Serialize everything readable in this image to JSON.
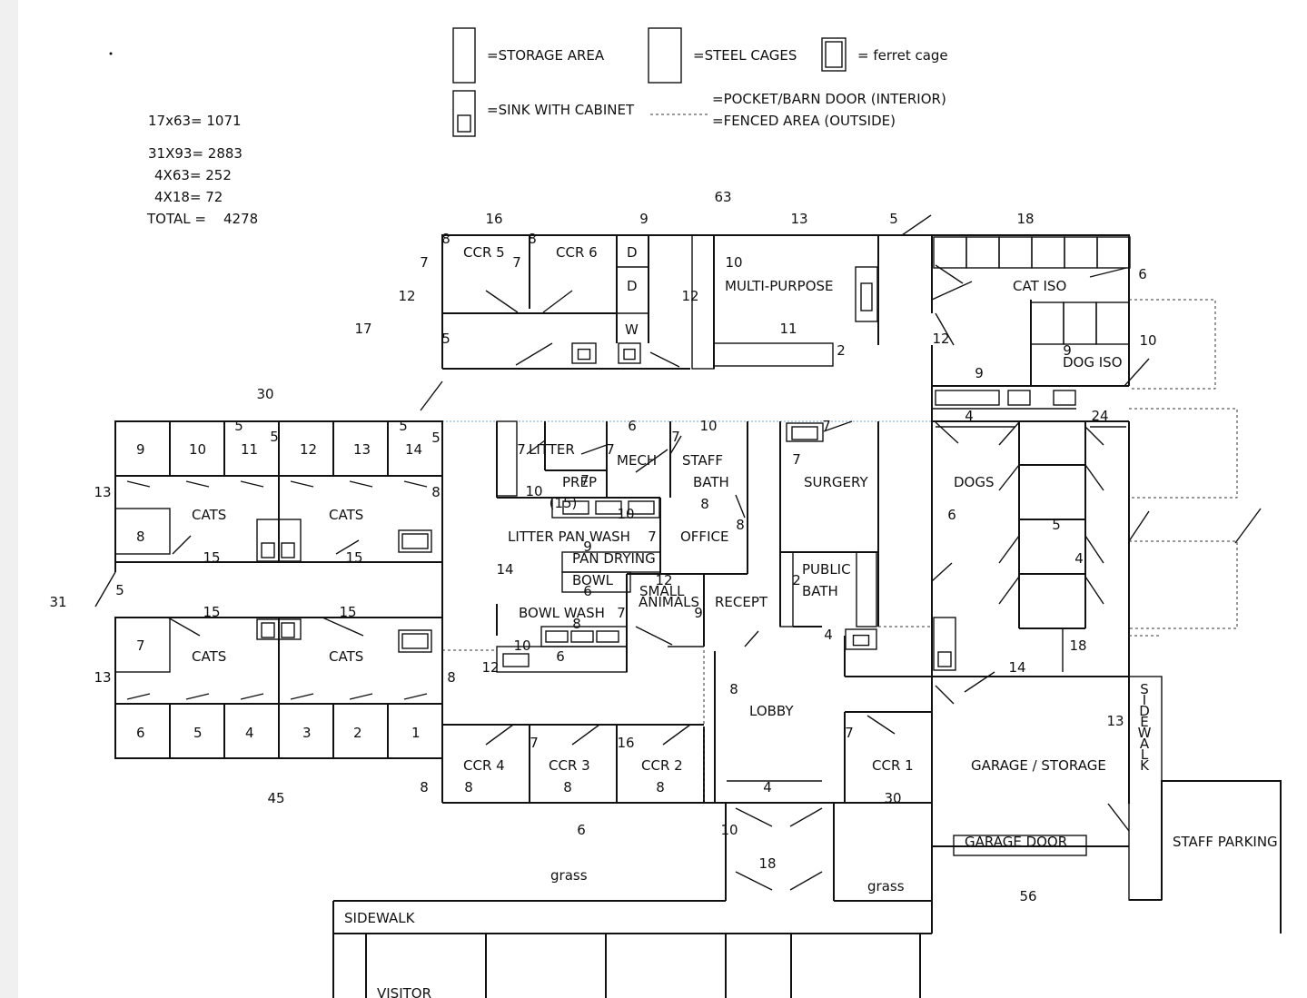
{
  "legend": {
    "storage": "=STORAGE AREA",
    "steel": "=STEEL CAGES",
    "ferret": "= ferret cage",
    "sink": "=SINK WITH CABINET",
    "pocket": "=POCKET/BARN DOOR (INTERIOR)",
    "fenced": "=FENCED AREA (OUTSIDE)"
  },
  "calc": {
    "line1": "17x63=  1071",
    "line2": "31X93=  2883",
    "line3": "4X63= 252",
    "line4": "4X18=   72",
    "total_label": "TOTAL =",
    "total_value": "4278"
  },
  "rooms": [
    {
      "id": "ccr5",
      "text": "CCR 5"
    },
    {
      "id": "ccr6",
      "text": "CCR 6"
    },
    {
      "id": "d1",
      "text": "D"
    },
    {
      "id": "d2",
      "text": "D"
    },
    {
      "id": "w",
      "text": "W"
    },
    {
      "id": "multi",
      "text": "MULTI-PURPOSE"
    },
    {
      "id": "catiso",
      "text": "CAT ISO"
    },
    {
      "id": "dogiso",
      "text": "DOG ISO"
    },
    {
      "id": "k9",
      "text": "9"
    },
    {
      "id": "k10",
      "text": "10"
    },
    {
      "id": "k11",
      "text": "11"
    },
    {
      "id": "k12",
      "text": "12"
    },
    {
      "id": "k13",
      "text": "13"
    },
    {
      "id": "k14",
      "text": "14"
    },
    {
      "id": "k8",
      "text": "8"
    },
    {
      "id": "k7",
      "text": "7"
    },
    {
      "id": "k6",
      "text": "6"
    },
    {
      "id": "k5",
      "text": "5"
    },
    {
      "id": "k4",
      "text": "4"
    },
    {
      "id": "k3",
      "text": "3"
    },
    {
      "id": "k2",
      "text": "2"
    },
    {
      "id": "k1",
      "text": "1"
    },
    {
      "id": "cats1",
      "text": "CATS"
    },
    {
      "id": "cats2",
      "text": "CATS"
    },
    {
      "id": "cats3",
      "text": "CATS"
    },
    {
      "id": "cats4",
      "text": "CATS"
    },
    {
      "id": "litter",
      "text": "LITTER"
    },
    {
      "id": "prep",
      "text": "PREP"
    },
    {
      "id": "mech",
      "text": "MECH"
    },
    {
      "id": "staff",
      "text": "STAFF"
    },
    {
      "id": "bath1",
      "text": "BATH"
    },
    {
      "id": "surgery",
      "text": "SURGERY"
    },
    {
      "id": "dogs",
      "text": "DOGS"
    },
    {
      "id": "lpwash",
      "text": "LITTER PAN WASH"
    },
    {
      "id": "office",
      "text": "OFFICE"
    },
    {
      "id": "pandry",
      "text": "PAN DRYING"
    },
    {
      "id": "bowl",
      "text": "BOWL"
    },
    {
      "id": "small",
      "text": "SMALL"
    },
    {
      "id": "animals",
      "text": "ANIMALS"
    },
    {
      "id": "recept",
      "text": "RECEPT"
    },
    {
      "id": "public",
      "text": "PUBLIC"
    },
    {
      "id": "bath2",
      "text": "BATH"
    },
    {
      "id": "bowlwash",
      "text": "BOWL WASH"
    },
    {
      "id": "lobby",
      "text": "LOBBY"
    },
    {
      "id": "ccr4",
      "text": "CCR 4"
    },
    {
      "id": "ccr3",
      "text": "CCR 3"
    },
    {
      "id": "ccr2",
      "text": "CCR 2"
    },
    {
      "id": "ccr1",
      "text": "CCR 1"
    },
    {
      "id": "garage",
      "text": "GARAGE / STORAGE"
    },
    {
      "id": "garagedoor",
      "text": "GARAGE DOOR"
    },
    {
      "id": "staffpark",
      "text": "STAFF PARKING"
    },
    {
      "id": "grass1",
      "text": "grass"
    },
    {
      "id": "grass2",
      "text": "grass"
    },
    {
      "id": "sidewalk",
      "text": "SIDEWALK"
    },
    {
      "id": "visitor",
      "text": "VISITOR"
    }
  ],
  "vertical_label": {
    "text": "SIDEWALK"
  },
  "dims": [
    "63",
    "16",
    "9",
    "13",
    "5",
    "18",
    "7",
    "8",
    "7",
    "8",
    "12",
    "17",
    "5",
    "10",
    "12",
    "11",
    "2",
    "6",
    "12",
    "10",
    "9",
    "9",
    "30",
    "5",
    "5",
    "5",
    "5",
    "13",
    "8",
    "15",
    "15",
    "31",
    "5",
    "15",
    "15",
    "13",
    "7",
    "10",
    "10",
    "7",
    "(15)",
    "9",
    "6",
    "8",
    "8",
    "14",
    "6",
    "7",
    "10",
    "7",
    "8",
    "7",
    "12",
    "7",
    "9",
    "6",
    "7",
    "7",
    "2",
    "4",
    "12",
    "10",
    "8",
    "4",
    "24",
    "6",
    "5",
    "4",
    "18",
    "14",
    "8",
    "7",
    "7",
    "16",
    "13",
    "4",
    "8",
    "8",
    "8",
    "8",
    "30",
    "45",
    "6",
    "10",
    "18",
    "56"
  ]
}
